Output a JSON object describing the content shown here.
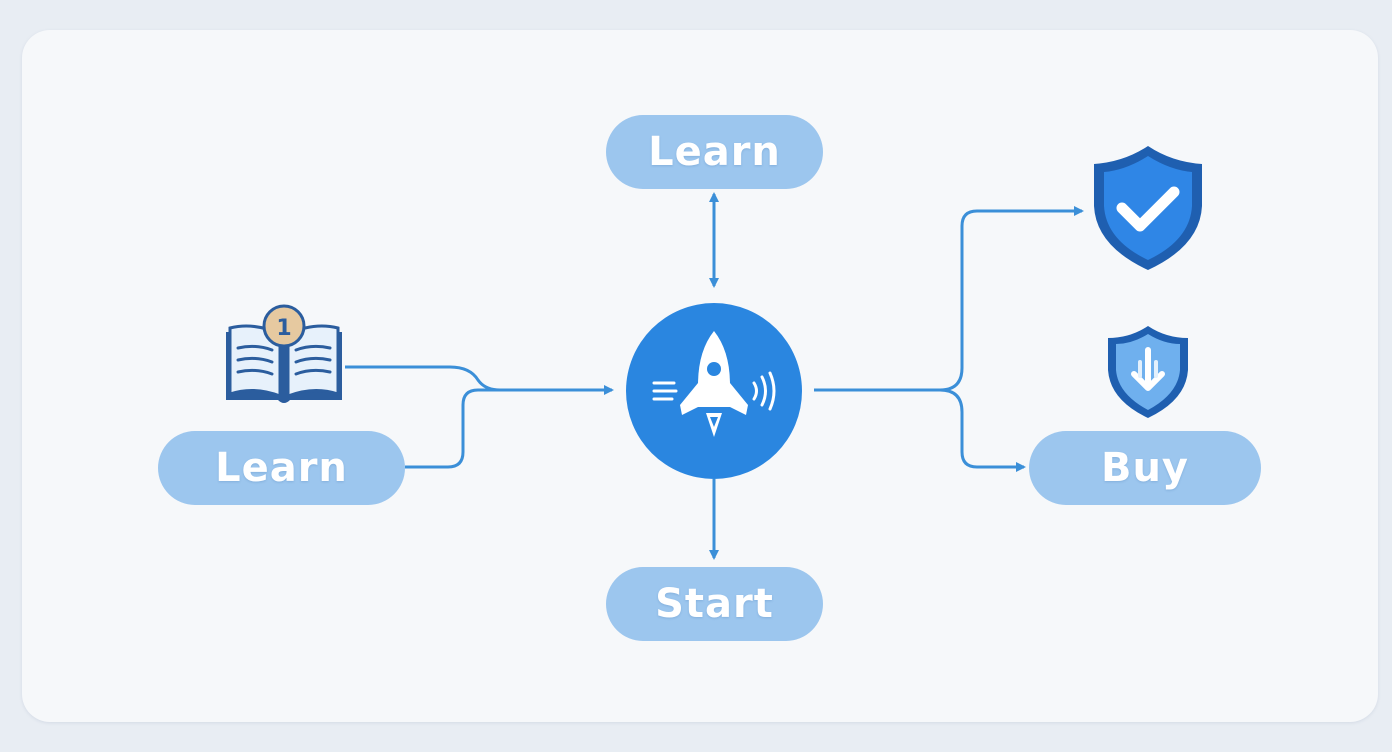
{
  "diagram": {
    "nodes": {
      "learn_top": {
        "label": "Learn"
      },
      "learn_left": {
        "label": "Learn"
      },
      "start": {
        "label": "Start"
      },
      "buy": {
        "label": "Buy"
      }
    },
    "icons": {
      "book": {
        "name": "open-book-icon",
        "badge": "1"
      },
      "center": {
        "name": "rocket-icon"
      },
      "shield_check": {
        "name": "shield-check-icon"
      },
      "shield_download": {
        "name": "shield-download-icon"
      }
    },
    "colors": {
      "background": "#e8edf3",
      "panel": "#f6f8fa",
      "pill": "#9cc6ee",
      "connector": "#3b8fd8",
      "hub": "#2a86e0",
      "shield_dark": "#1f5fb0",
      "shield_fill": "#2f86e6",
      "book_line": "#2b5d9e",
      "badge": "#e6c9a0"
    },
    "edges": [
      {
        "from": "learn_top",
        "to": "center",
        "type": "bidirectional"
      },
      {
        "from": "learn_left",
        "to": "center",
        "type": "arrow"
      },
      {
        "from": "book",
        "to": "center",
        "type": "arrow"
      },
      {
        "from": "center",
        "to": "start",
        "type": "arrow"
      },
      {
        "from": "center",
        "to": "shield_check",
        "type": "arrow"
      },
      {
        "from": "center",
        "to": "buy",
        "type": "arrow"
      }
    ]
  }
}
